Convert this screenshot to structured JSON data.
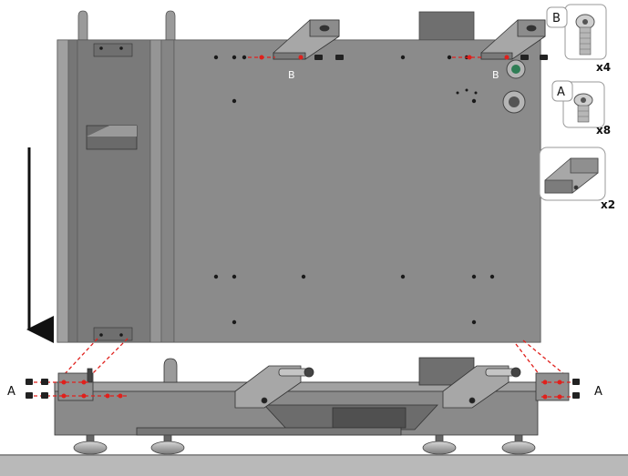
{
  "labels": {
    "screw_b": "B",
    "screw_a": "A",
    "screw_b_qty": "x4",
    "screw_a_qty": "x8",
    "bracket_qty": "x2"
  },
  "colors": {
    "panel": "#8a8a8a",
    "panel_dark": "#6d6d6d",
    "panel_light": "#a3a3a3",
    "guide": "#e0201c",
    "floor": "#b9b9b9",
    "outline": "#3a3a3a"
  },
  "icons": [
    "screw-b-icon",
    "screw-a-icon",
    "bracket-icon",
    "down-arrow-icon",
    "leveling-foot-icon"
  ]
}
